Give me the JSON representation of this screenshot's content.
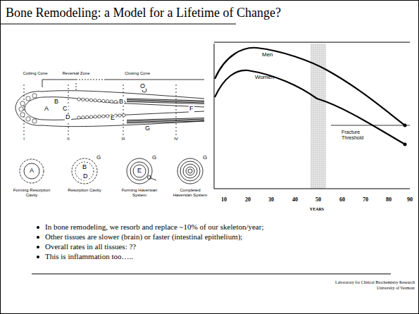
{
  "diagram": {
    "title": "Bone Remodeling: a Model for a Lifetime of Change?",
    "labels": [
      "Cutting Cone",
      "Reversal Zone",
      "Closing Cone",
      "A",
      "B",
      "C",
      "D",
      "B",
      "E",
      "F",
      "G",
      "O",
      "I",
      "II",
      "III",
      "IV",
      "A",
      "B",
      "D",
      "G",
      "E",
      "G",
      "G",
      "Forming Resorption Cavity",
      "Resorption Cavity",
      "Forming Haversian System",
      "Completed Haversian System",
      "Men",
      "Women",
      "Fracture Threshold",
      "10",
      "20",
      "30",
      "40",
      "50",
      "60",
      "70",
      "80",
      "90",
      "YEARS",
      "In bone remodeling, we resorb and replace ~10% of our skeleton/year;",
      "Other tissues are slower (brain) or faster (intestinal epithelium);",
      "Overall rates in all tissues: ??",
      "This is inflammation too…..",
      "Laboratory for Clinical Biochemistry Research",
      "University of Vermont"
    ]
  }
}
